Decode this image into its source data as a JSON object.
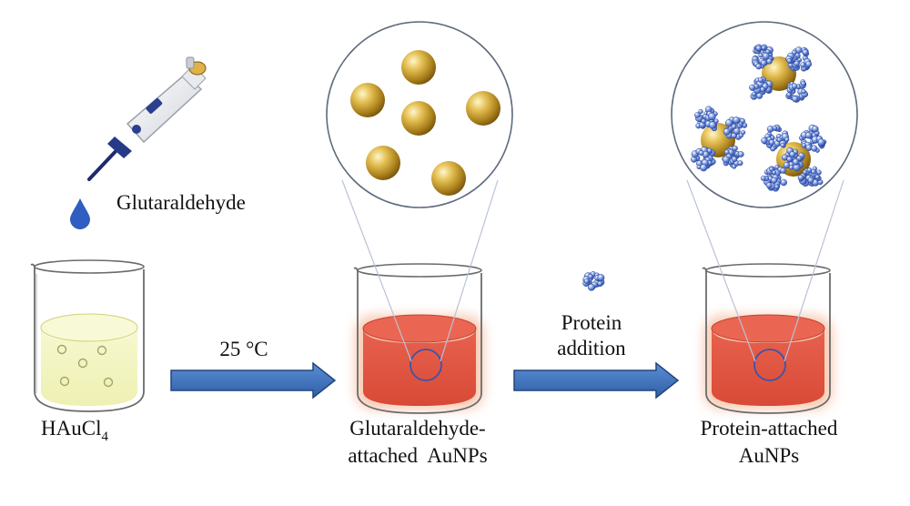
{
  "labels": {
    "reagent": "Glutaraldehyde",
    "step1_condition": "25 °C",
    "step2_condition_line1": "Protein",
    "step2_condition_line2": "addition",
    "beaker1_base": "HAuCl",
    "beaker1_subscript": "4",
    "beaker2_line1": "Glutaraldehyde-",
    "beaker2_line2": "attached  AuNPs",
    "beaker3_line1": "Protein-attached",
    "beaker3_line2": "AuNPs"
  },
  "colors": {
    "solution_yellow": "#f4f5c2",
    "solution_red": "#e15744",
    "solution_glow": "#f6c3a8",
    "arrow_blue": "#3a6fb8",
    "arrow_border": "#23457a",
    "gold": "#c9a227",
    "protein_blue": "#3b63c2",
    "glass_outline": "#666666"
  },
  "icons": {
    "pipette": "pipette-icon",
    "droplet": "droplet-icon",
    "gold_nanoparticle": "gold-nanoparticle-icon",
    "protein": "protein-cluster-icon"
  }
}
